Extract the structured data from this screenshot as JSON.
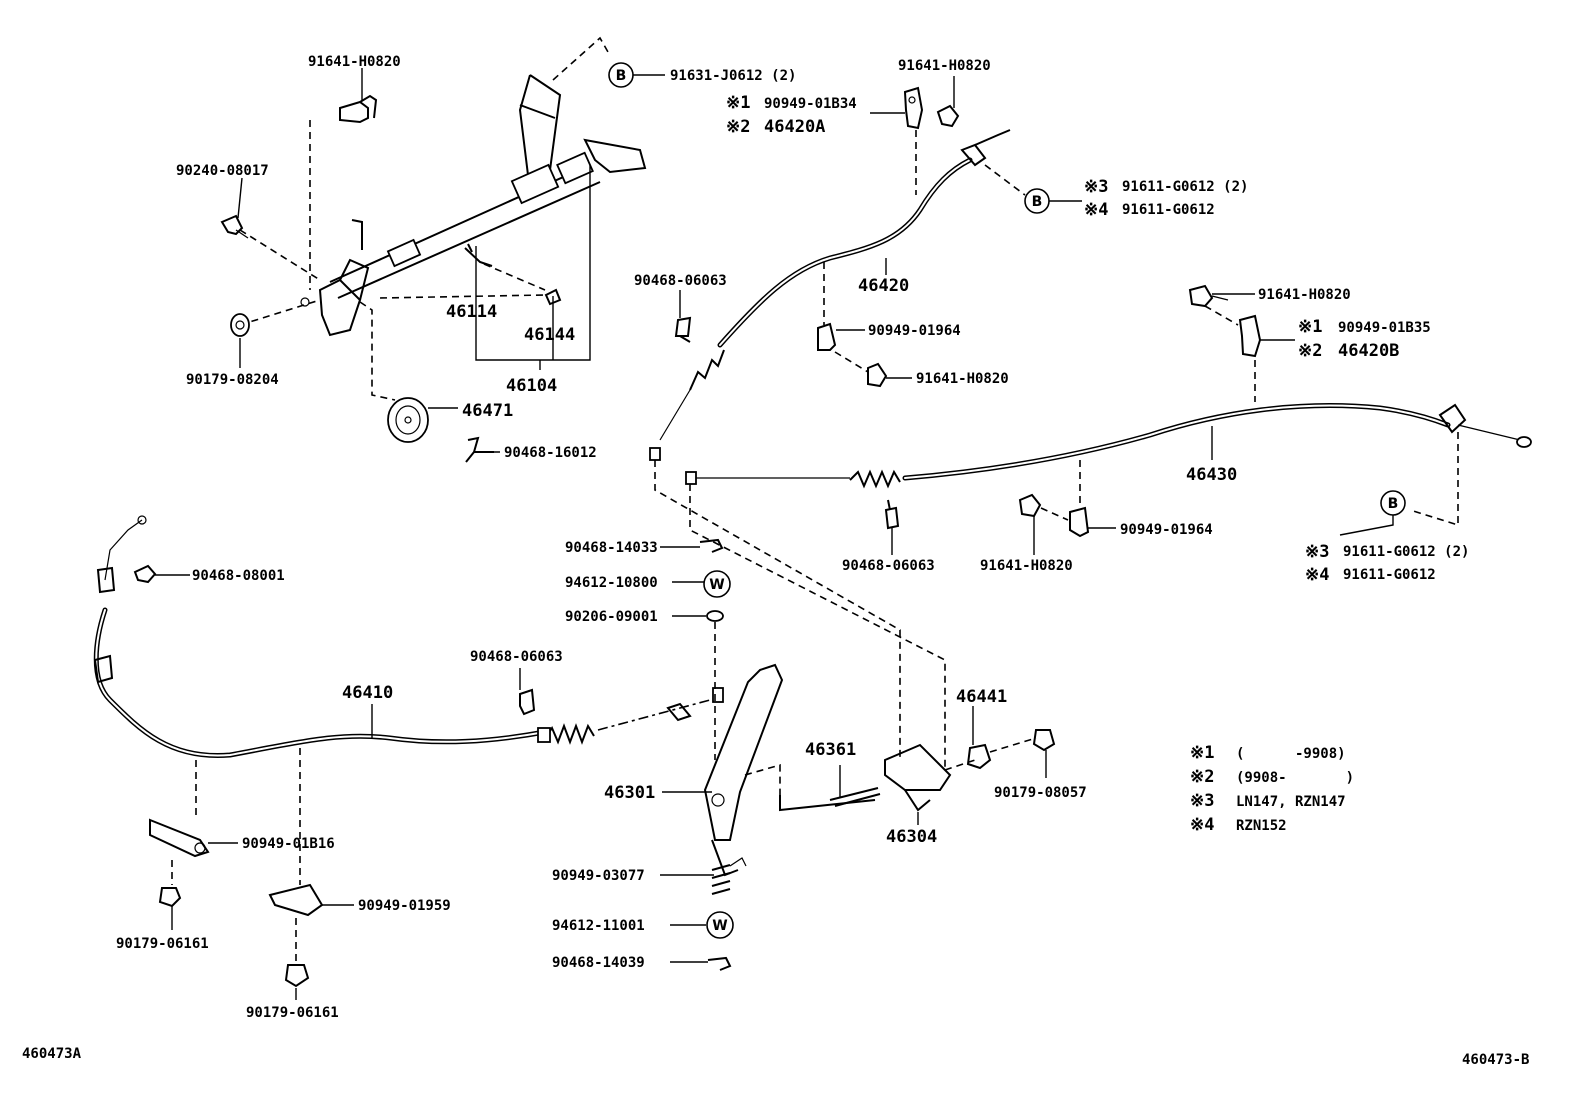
{
  "parts": {
    "p91641_h0820_a": "91641-H0820",
    "p91631_j0612": "91631-J0612 (2)",
    "p90240_08017": "90240-08017",
    "p90179_08204": "90179-08204",
    "p46114": "46114",
    "p46144": "46144",
    "p46104": "46104",
    "p46471": "46471",
    "p90468_16012": "90468-16012",
    "p91641_h0820_b": "91641-H0820",
    "p90949_01b34": "90949-01B34",
    "p46420a": "46420A",
    "p91611_g0612_2a": "91611-G0612 (2)",
    "p91611_g0612_a": "91611-G0612",
    "p46420": "46420",
    "p90468_06063_a": "90468-06063",
    "p90949_01964_a": "90949-01964",
    "p91641_h0820_c": "91641-H0820",
    "p91641_h0820_d": "91641-H0820",
    "p90949_01b35": "90949-01B35",
    "p46420b": "46420B",
    "p46430": "46430",
    "p90468_06063_b": "90468-06063",
    "p91641_h0820_e": "91641-H0820",
    "p90949_01964_b": "90949-01964",
    "p91611_g0612_2b": "91611-G0612 (2)",
    "p91611_g0612_b": "91611-G0612",
    "p90468_14033": "90468-14033",
    "p94612_10800": "94612-10800",
    "p90206_09001": "90206-09001",
    "p90468_06063_c": "90468-06063",
    "p90468_08001": "90468-08001",
    "p46410": "46410",
    "p46441": "46441",
    "p46361": "46361",
    "p46301": "46301",
    "p90179_08057": "90179-08057",
    "p46304": "46304",
    "p90949_01b16": "90949-01B16",
    "p90949_03077": "90949-03077",
    "p90949_01959": "90949-01959",
    "p94612_11001": "94612-11001",
    "p90179_06161_a": "90179-06161",
    "p90468_14039": "90468-14039",
    "p90179_06161_b": "90179-06161"
  },
  "marks": {
    "n1": "※1",
    "n2": "※2",
    "n3": "※3",
    "n4": "※4",
    "b": "B",
    "w": "W"
  },
  "notes": [
    {
      "mark": "※1",
      "text": "(      -9908)"
    },
    {
      "mark": "※2",
      "text": "(9908-       )"
    },
    {
      "mark": "※3",
      "text": "LN147, RZN147"
    },
    {
      "mark": "※4",
      "text": "RZN152"
    }
  ],
  "footer": {
    "left_code": "460473A",
    "right_code": "460473-B"
  }
}
